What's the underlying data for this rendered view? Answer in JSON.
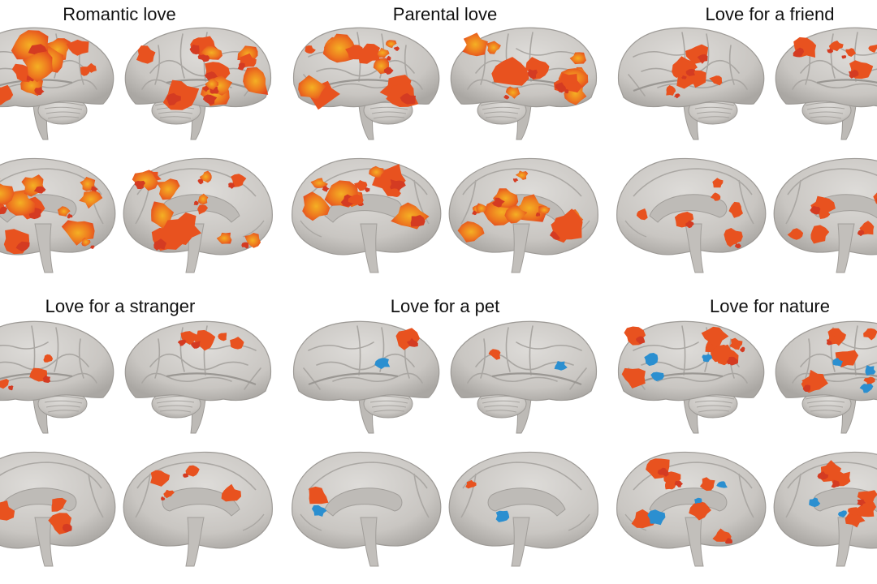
{
  "figure": {
    "panels": [
      {
        "title": "Romantic love",
        "activation": "strong",
        "deactivation": "none"
      },
      {
        "title": "Parental love",
        "activation": "strong",
        "deactivation": "none"
      },
      {
        "title": "Love for a friend",
        "activation": "moderate",
        "deactivation": "none"
      },
      {
        "title": "Love for a stranger",
        "activation": "sparse",
        "deactivation": "none"
      },
      {
        "title": "Love for a pet",
        "activation": "minimal",
        "deactivation": "minimal"
      },
      {
        "title": "Love for nature",
        "activation": "moderate",
        "deactivation": "moderate"
      }
    ],
    "colors": {
      "background": "#ffffff",
      "cortex": "#cfcdca",
      "cortex_shadow": "#a9a6a2",
      "activation_hot": "#f2a51e",
      "activation": "#e8521f",
      "activation_dark": "#d43b22",
      "deactivation": "#2b8fd0"
    }
  }
}
